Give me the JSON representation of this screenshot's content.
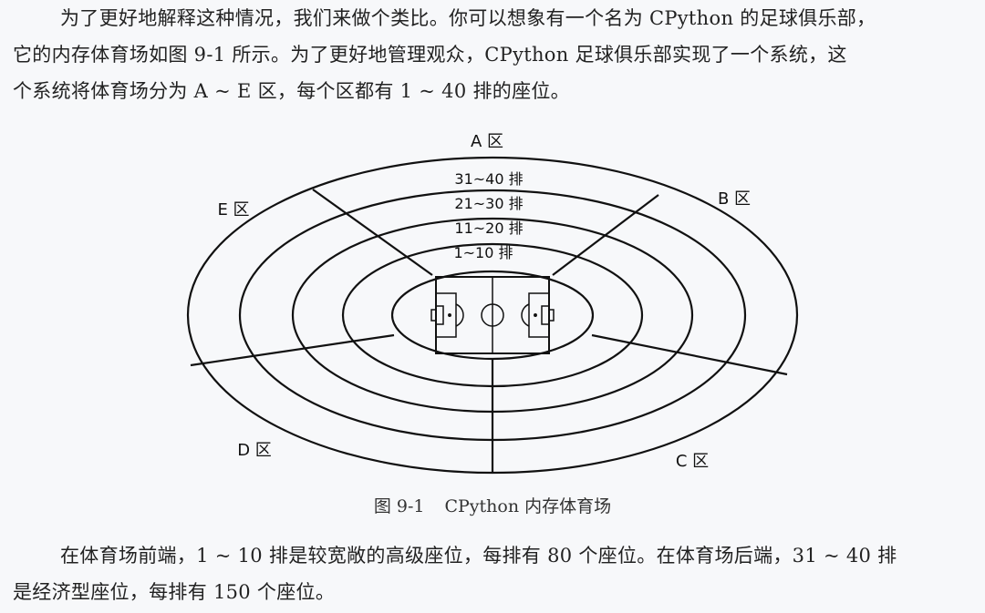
{
  "intro_paragraph": {
    "lines": [
      "为了更好地解释这种情况，我们来做个类比。你可以想象有一个名为 CPython 的足球俱乐部，",
      "它的内存体育场如图 9-1 所示。为了更好地管理观众，CPython 足球俱乐部实现了一个系统，这",
      "个系统将体育场分为 A ~ E 区，每个区都有 1 ~ 40 排的座位。"
    ]
  },
  "figure": {
    "zones": {
      "a": "A 区",
      "b": "B 区",
      "c": "C 区",
      "d": "D 区",
      "e": "E 区"
    },
    "rows": [
      "31~40 排",
      "21~30 排",
      "11~20 排",
      "1~10 排"
    ],
    "caption_number": "图 9-1",
    "caption_title": "CPython 内存体育场"
  },
  "outro_paragraph": {
    "lines": [
      "在体育场前端，1 ~ 10 排是较宽敞的高级座位，每排有 80 个座位。在体育场后端，31 ~ 40 排",
      "是经济型座位，每排有 150 个座位。"
    ]
  }
}
